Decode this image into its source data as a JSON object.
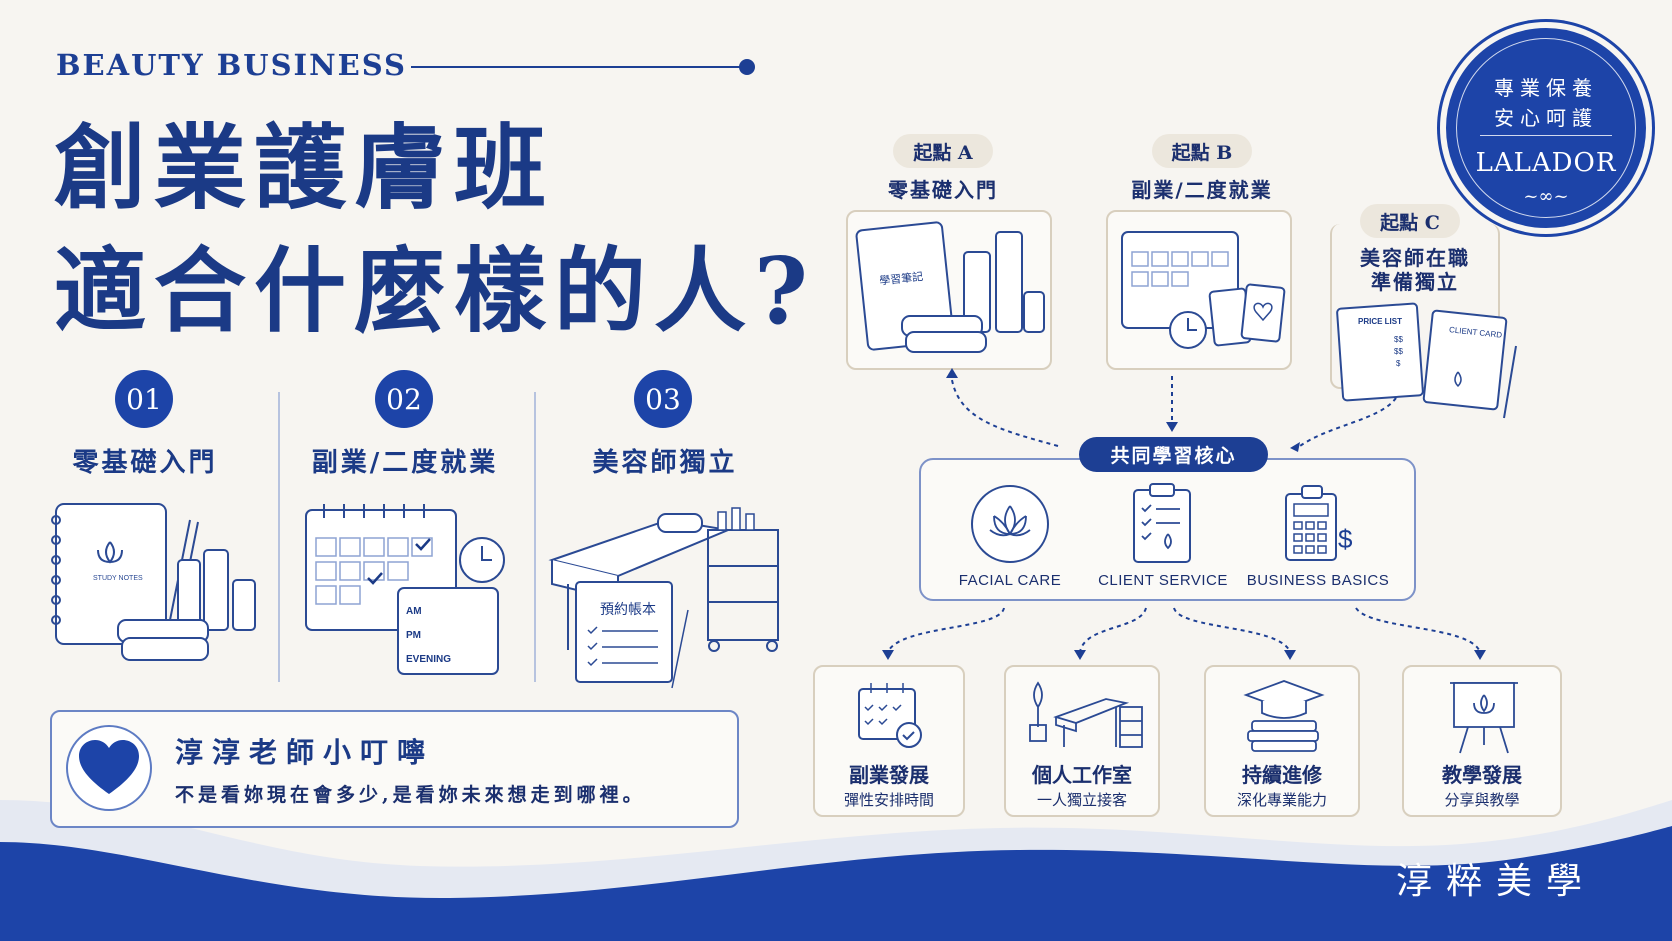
{
  "header": {
    "eyebrow": "BEAUTY BUSINESS",
    "title_line1": "創業護膚班",
    "title_line2": "適合什麼樣的人?"
  },
  "steps": [
    {
      "number": "01",
      "label": "零基礎入門",
      "illustration_text": "STUDY NOTES"
    },
    {
      "number": "02",
      "label": "副業/二度就業",
      "schedule": [
        "AM",
        "PM",
        "EVENING"
      ]
    },
    {
      "number": "03",
      "label": "美容師獨立",
      "notebook_text": "預約帳本"
    }
  ],
  "tip": {
    "title": "淳淳老師小叮嚀",
    "text": "不是看妳現在會多少,是看妳未來想走到哪裡。"
  },
  "seal": {
    "line1": "專業保養",
    "line2": "安心呵護",
    "brand": "LALADOR"
  },
  "starts": [
    {
      "pill": "起點 A",
      "label": "零基礎入門",
      "notebook_text": "學習筆記"
    },
    {
      "pill": "起點 B",
      "label": "副業/二度就業"
    },
    {
      "pill": "起點 C",
      "label_line1": "美容師在職",
      "label_line2": "準備獨立",
      "price_list": "PRICE LIST",
      "price_values": [
        "$$",
        "$$",
        "$"
      ],
      "client_card": "CLIENT CARD"
    }
  ],
  "core": {
    "title": "共同學習核心",
    "items": [
      "FACIAL CARE",
      "CLIENT SERVICE",
      "BUSINESS BASICS"
    ]
  },
  "outcomes": [
    {
      "title": "副業發展",
      "subtitle": "彈性安排時間"
    },
    {
      "title": "個人工作室",
      "subtitle": "一人獨立接客"
    },
    {
      "title": "持續進修",
      "subtitle": "深化專業能力"
    },
    {
      "title": "教學發展",
      "subtitle": "分享與教學"
    }
  ],
  "footer": {
    "brand": "淳粹美學"
  },
  "colors": {
    "primary": "#1d44a8",
    "navy": "#1b3a86",
    "background": "#f7f5f1",
    "card_border": "#d8cfbe"
  }
}
